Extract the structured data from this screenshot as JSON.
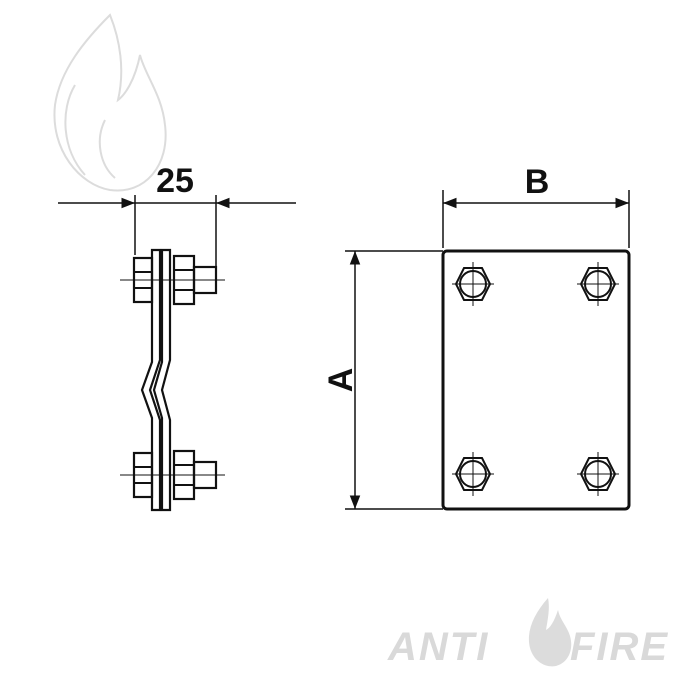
{
  "dimensions": {
    "side_width": "25",
    "plate_width": "B",
    "plate_height": "A"
  },
  "watermark": {
    "brand_left": "ANTI",
    "brand_right": "FIRE",
    "icon": "flame-icon"
  },
  "colors": {
    "line": "#111111",
    "watermark": "#d9d9d9"
  }
}
